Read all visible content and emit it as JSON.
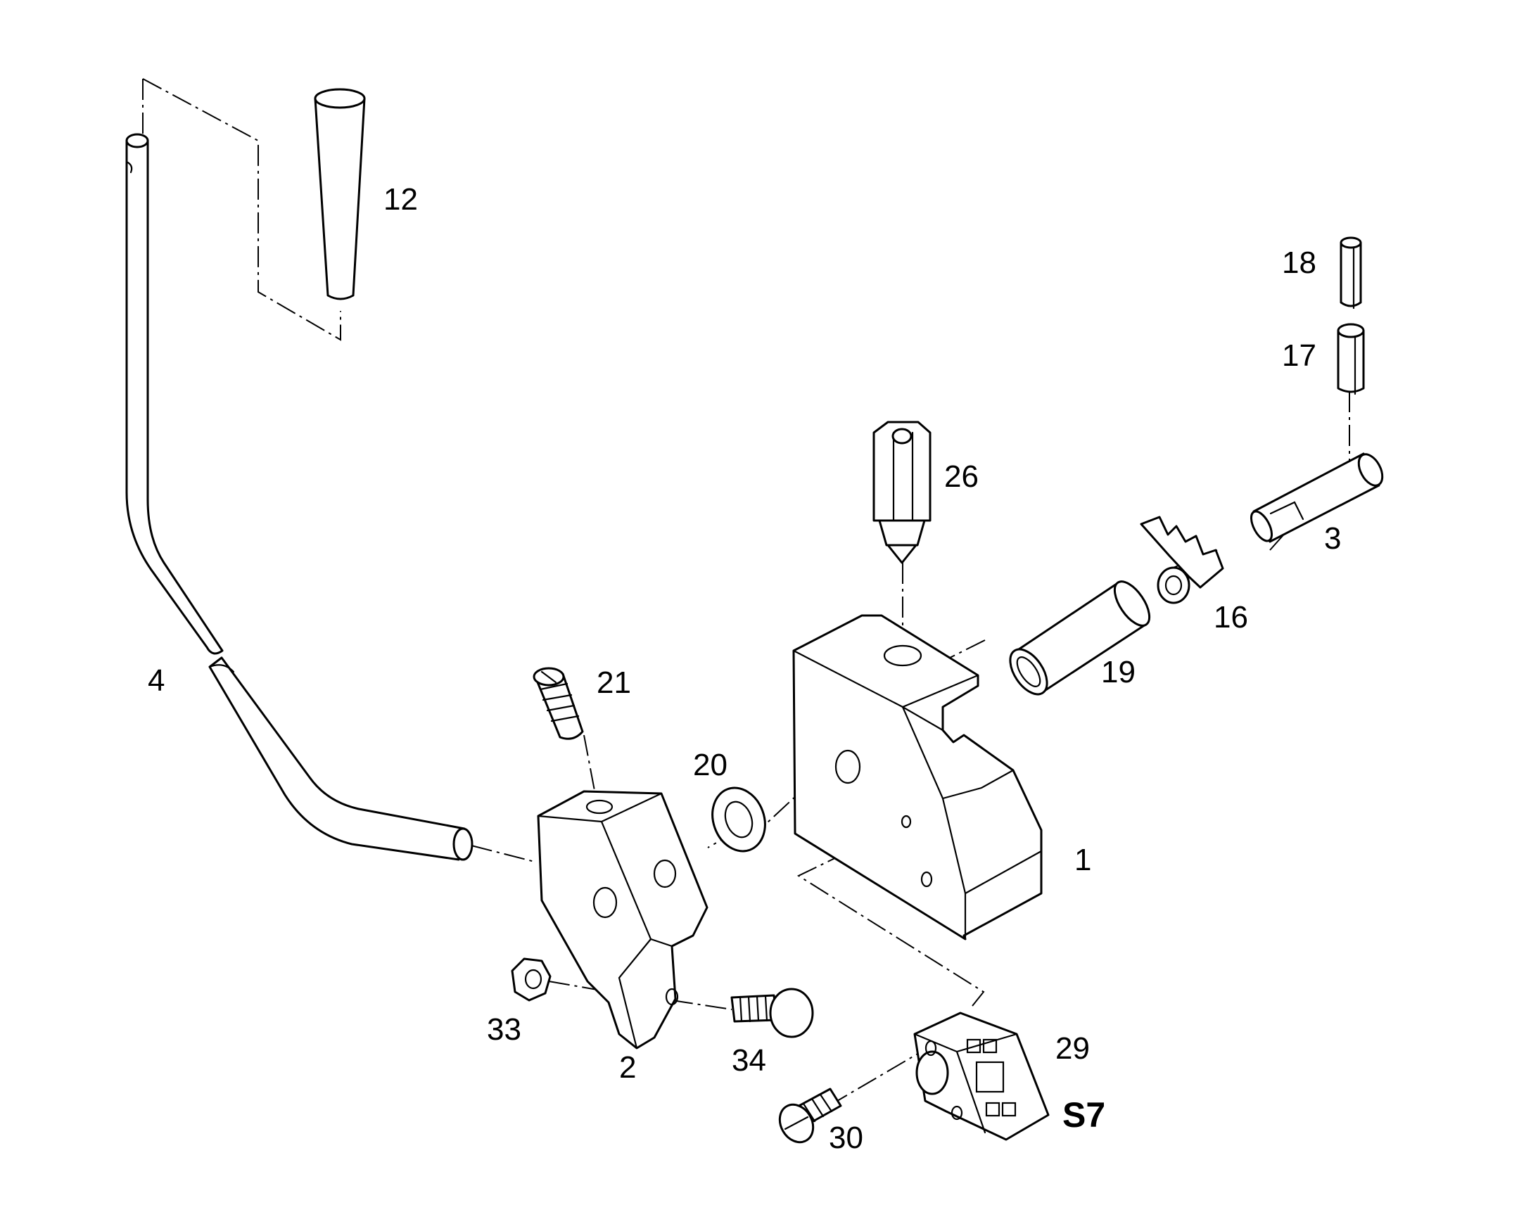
{
  "labels": {
    "p1": "1",
    "p2": "2",
    "p3": "3",
    "p4": "4",
    "p12": "12",
    "p16": "16",
    "p17": "17",
    "p18": "18",
    "p19": "19",
    "p20": "20",
    "p21": "21",
    "p26": "26",
    "p29": "29",
    "p30": "30",
    "p33": "33",
    "p34": "34",
    "s7": "S7"
  }
}
